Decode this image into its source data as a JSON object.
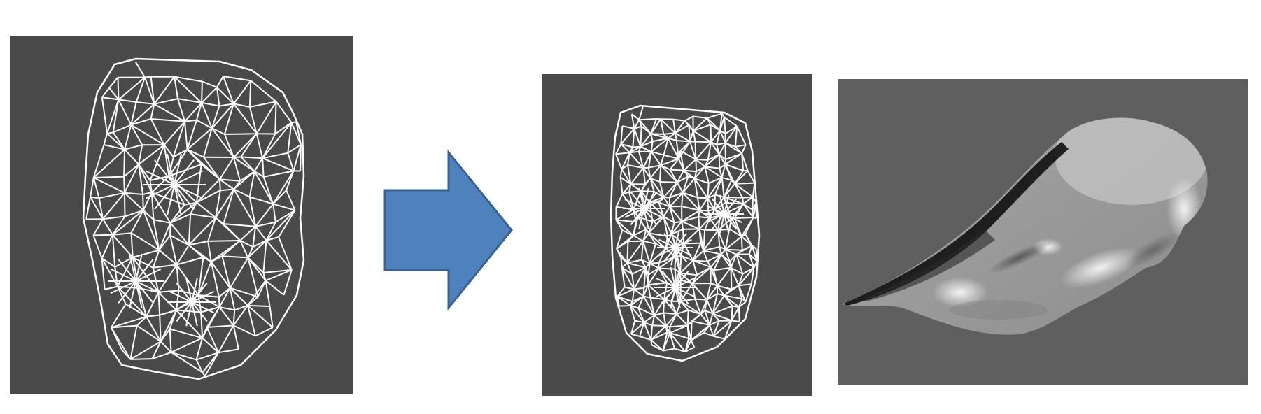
{
  "figure": {
    "panels": [
      {
        "id": "input-face-mesh",
        "background": "#4a4a4a",
        "wire": "#ffffff"
      },
      {
        "id": "remeshed-face-mesh",
        "background": "#4a4a4a",
        "wire": "#ffffff"
      },
      {
        "id": "shaded-surface",
        "background": "#5f5f5f"
      }
    ],
    "arrow": {
      "color": "#4f81bd",
      "border": "#3a6190",
      "direction": "right"
    }
  }
}
